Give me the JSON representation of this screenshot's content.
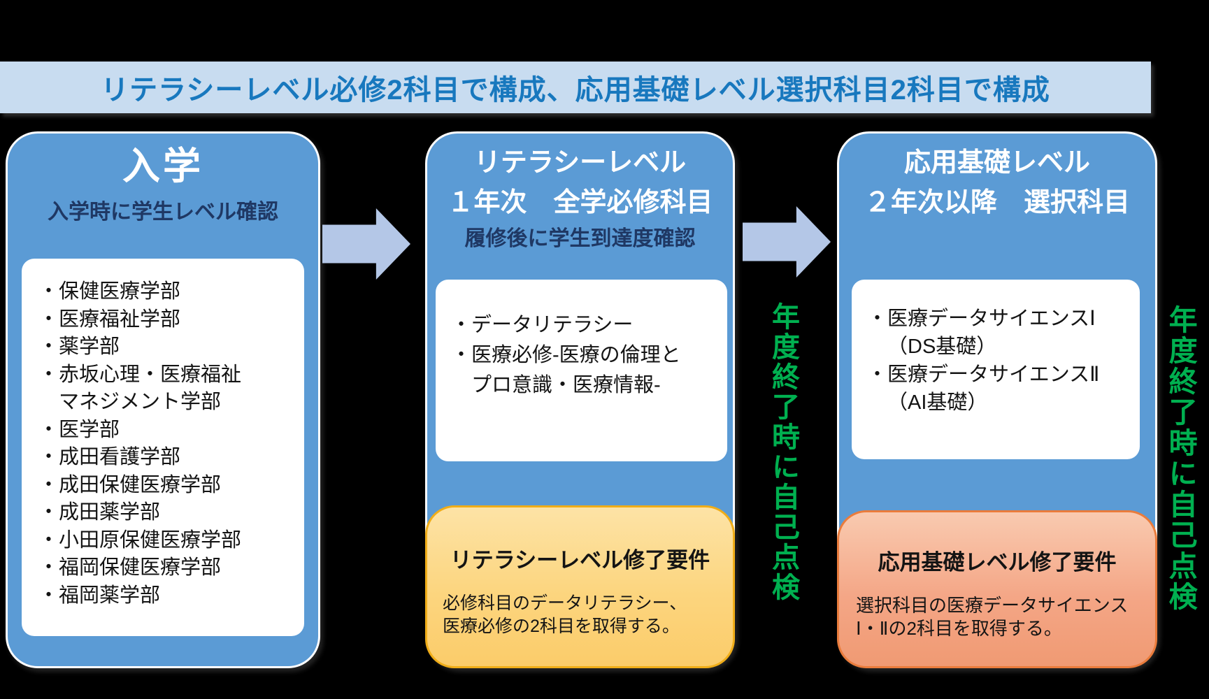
{
  "banner": {
    "text": "リテラシーレベル必修2科目で構成、応用基礎レベル選択科目2科目で構成"
  },
  "admission": {
    "title": "入学",
    "subtitle": "入学時に学生レベル確認",
    "departments": [
      "・保健医療学部",
      "・医療福祉学部",
      "・薬学部",
      "・赤坂心理・医療福祉\nマネジメント学部",
      "・医学部",
      "・成田看護学部",
      "・成田保健医療学部",
      "・成田薬学部",
      "・小田原保健医療学部",
      "・福岡保健医療学部",
      "・福岡薬学部"
    ]
  },
  "literacy": {
    "title_line1": "リテラシーレベル",
    "title_line2": "１年次　全学必修科目",
    "subtitle": "履修後に学生到達度確認",
    "courses": [
      "・データリテラシー",
      "・医療必修-医療の倫理と\nプロ意識・医療情報-"
    ],
    "requirement": {
      "title": "リテラシーレベル修了要件",
      "body": "必修科目のデータリテラシー、\n医療必修の2科目を取得する。"
    }
  },
  "applied": {
    "title_line1": "応用基礎レベル",
    "title_line2": "２年次以降　選択科目",
    "courses": [
      "・医療データサイエンスⅠ\n（DS基礎）",
      "・医療データサイエンスⅡ\n（AI基礎）"
    ],
    "requirement": {
      "title": "応用基礎レベル修了要件",
      "body": "選択科目の医療データサイエンス\nⅠ・Ⅱの2科目を取得する。"
    }
  },
  "annotations": {
    "self_check_mid": "年度終了時に自己点検",
    "self_check_right": "年度終了時に自己点検"
  },
  "colors": {
    "column_blue": "#5b9bd5",
    "banner_bg": "#c8dcf0",
    "banner_text": "#1878be",
    "navy_text": "#1f3864",
    "arrow_fill": "#b4c7e7",
    "annotation_green": "#00b050",
    "literacy_req_bg": "#fbd27a",
    "literacy_req_border": "#f0ad18",
    "applied_req_bg": "#f4a686",
    "applied_req_border": "#ea7c3c"
  }
}
